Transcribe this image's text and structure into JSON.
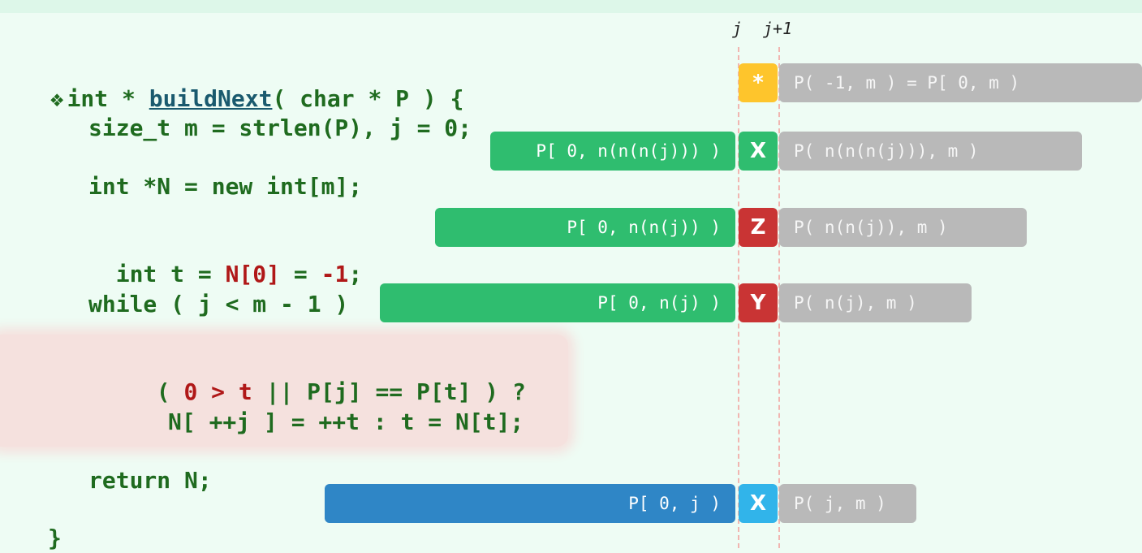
{
  "code": {
    "bullet": "❖",
    "line1_pre": "int * ",
    "line1_fn": "buildNext",
    "line1_post": "( char * P ) {",
    "line2": "size_t m = strlen(P), j = 0;",
    "line3": "int *N = new int[m];",
    "line4_pre": "int t = ",
    "line4_red1": "N[0]",
    "line4_mid": " = ",
    "line4_red2": "-1",
    "line4_post": ";",
    "line5": "while ( j < m - 1 )",
    "line6_a": "( ",
    "line6_red": "0 > t",
    "line6_b": " || P[j] == P[t] ) ?",
    "line7": "N[ ++j ] = ++t : t = N[t];",
    "line8": "return N;",
    "line9": "}"
  },
  "labels": {
    "j": "j",
    "j1": "j+1"
  },
  "rows": [
    {
      "prefix": "",
      "cell": "*",
      "cell_color": "#fec52c",
      "suffix": "P( -1, m ) = P[ 0, m )"
    },
    {
      "prefix": "P[ 0, n(n(n(j))) )",
      "cell": "X",
      "cell_color": "#2fbd6f",
      "suffix": "P( n(n(n(j))), m )"
    },
    {
      "prefix": "P[ 0, n(n(j)) )",
      "cell": "Z",
      "cell_color": "#c93434",
      "suffix": "P( n(n(j)), m )"
    },
    {
      "prefix": "P[ 0, n(j) )",
      "cell": "Y",
      "cell_color": "#c93434",
      "suffix": "P( n(j), m )"
    },
    {
      "prefix": "P[ 0, j )",
      "cell": "X",
      "cell_color": "#31b4ea",
      "suffix": "P( j, m )"
    }
  ]
}
